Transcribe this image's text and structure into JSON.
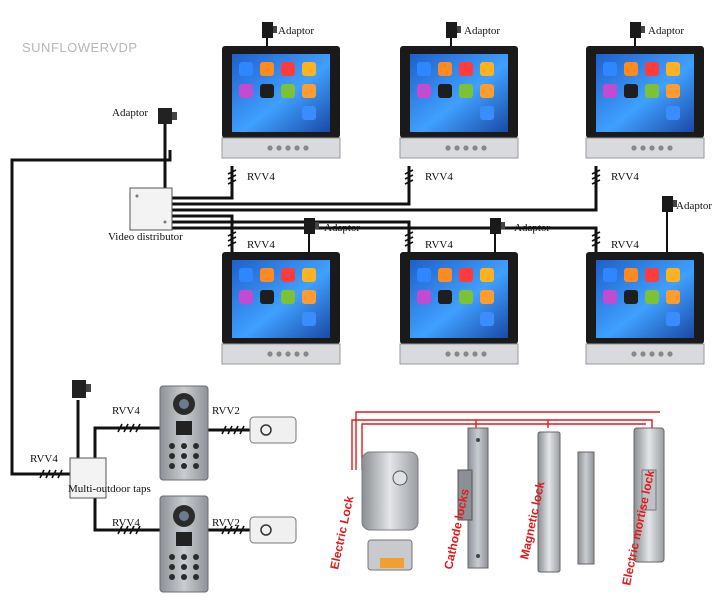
{
  "watermark": "SUNFLOWERVDP",
  "labels": {
    "adaptor": "Adaptor",
    "rvv4": "RVV4",
    "rvv2": "RVV2",
    "video_distributor": "Video distributor",
    "multi_outdoor_taps": "Multi-outdoor taps"
  },
  "locks": [
    "Electric Lock",
    "Cathode locks",
    "Magnetic lock",
    "Electric mortise lock"
  ],
  "colors": {
    "wire": "#111111",
    "lock_wire": "#e11b1b",
    "lock_text": "#e11b1b",
    "monitor_frame": "#1a1a1a",
    "monitor_screen": "#2a6fd6",
    "panel": "#a9adb3"
  },
  "icons": [
    "folder-icon",
    "gear-icon",
    "clock-icon",
    "calendar-icon",
    "palette-icon",
    "brightness-icon",
    "flower-icon",
    "music-icon",
    "back-icon"
  ]
}
